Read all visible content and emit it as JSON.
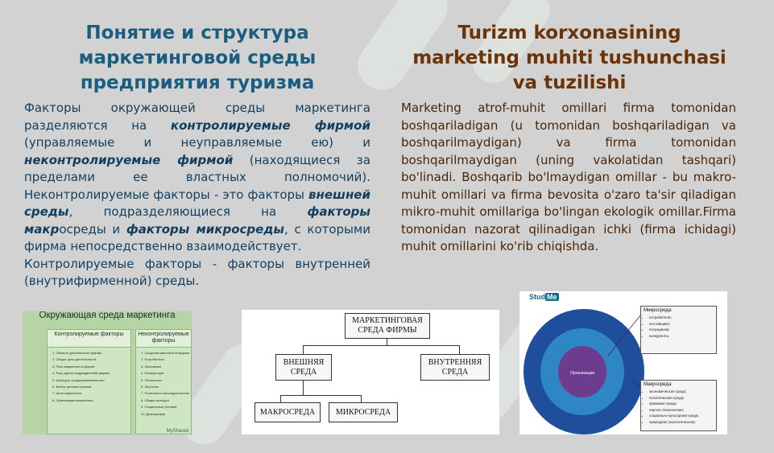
{
  "ru": {
    "title": "Понятие и структура маркетинговой среды предприятия туризма",
    "p1": [
      {
        "t": "Факторы окружающей среды маркетинга разделяются на ",
        "em": false
      },
      {
        "t": "контролируемые фирмой",
        "em": true
      },
      {
        "t": " (управляемые и неуправляемые ею) и ",
        "em": false
      },
      {
        "t": "неконтролируемые фирмой",
        "em": true
      },
      {
        "t": " (находящиеся за пределами ее властных полномочий). Неконтролируемые факторы - это факторы ",
        "em": false
      },
      {
        "t": "внешней среды",
        "em": true
      },
      {
        "t": ", подразделяющиеся на ",
        "em": false
      },
      {
        "t": "факторы макр",
        "em": true
      },
      {
        "t": "осреды и ",
        "em": false
      },
      {
        "t": "факторы микросреды",
        "em": true
      },
      {
        "t": ", с которыми фирма непосредственно взаимодействует.",
        "em": false
      }
    ],
    "p2": "Контролируемые факторы - факторы внутренней (внутрифирменной) среды."
  },
  "uz": {
    "title": "Turizm korxonasining marketing muhiti tushunchasi va tuzilishi",
    "paragraph": "Marketing atrof-muhit omillari firma tomonidan boshqariladigan (u tomonidan boshqariladigan va boshqarilmaydigan) va firma tomonidan boshqarilmaydigan (uning vakolatidan tashqari) bo'linadi. Boshqarib bo'lmaydigan omillar - bu makro-muhit omillari va firma bevosita o'zaro ta'sir qiladigan mikro-muhit omillariga bo'lingan ekologik omillar.Firma tomonidan nazorat qilinadigan ichki (firma ichidagi) muhit omillarini ko'rib chiqishda."
  },
  "image_env": {
    "heading": "Окружающая среда маркетинга",
    "left_head": "Контролируемые факторы",
    "right_head": "Неконтролируемые факторы",
    "left_items": [
      "1. Область деятельности фирмы",
      "2. Общие цели деятельности",
      "3. Роль маркетинга в фирме",
      "4. Роль других подразделений фирмы",
      "5. Культура, предпринимательство",
      "6. Выбор целевых рынков",
      "7. Цели маркетинга",
      "8. Организация маркетинга"
    ],
    "right_items": [
      "1. Средства массовой информации",
      "2. Потребители",
      "3. Экономика",
      "4. Конкуренция",
      "5. Технологии",
      "6. Экология",
      "7. Политика и законодательство",
      "8. Общие культура",
      "9. Социальные условия",
      "10. Демография"
    ],
    "watermark": "MyShared"
  },
  "diagram": {
    "top": "МАРКЕТИНГОВАЯ СРЕДА ФИРМЫ",
    "external": "ВНЕШНЯЯ СРЕДА",
    "internal": "ВНУТРЕННЯЯ СРЕДА",
    "macro": "МАКРОСРЕДА",
    "micro": "МИКРОСРЕДА"
  },
  "circles": {
    "logo_a": "Stud",
    "logo_b": "Me",
    "center_label": "Организация",
    "colors": {
      "outer": "#1f4f9c",
      "middle": "#2f86c4",
      "inner": "#6e3c8e"
    },
    "micro_title": "Микросреда:",
    "micro_items": [
      "потребители;",
      "поставщики;",
      "посредники;",
      "конкуренты."
    ],
    "macro_title": "Макросреда:",
    "macro_items": [
      "экономическая среда;",
      "политическая среда;",
      "правовая среда;",
      "научно-техническая;",
      "социально-культурная среда;",
      "природная (экологическая)."
    ]
  }
}
